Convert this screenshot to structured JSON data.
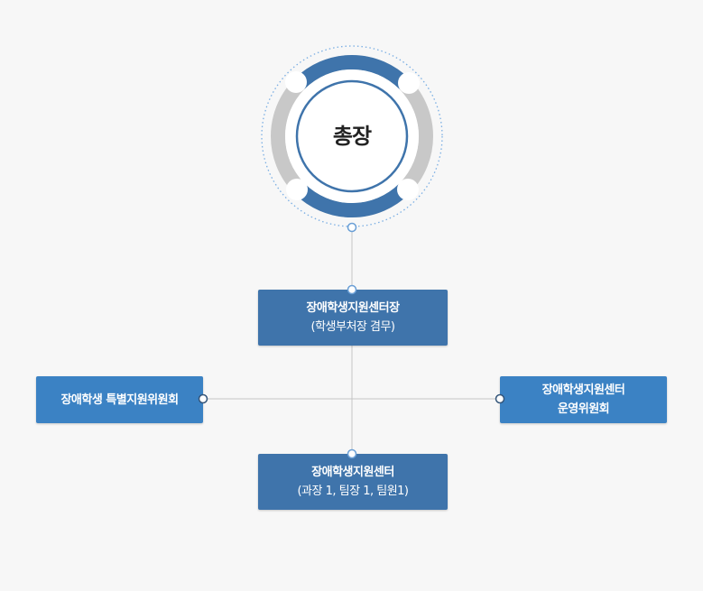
{
  "president": {
    "label": "총장"
  },
  "director": {
    "title": "장애학생지원센터장",
    "subtitle": "(학생부처장 겸무)"
  },
  "special_committee": {
    "title": "장애학생 특별지원위원회"
  },
  "operating_committee": {
    "line1": "장애학생지원센터",
    "line2": "운영위원회"
  },
  "center": {
    "title": "장애학생지원센터",
    "subtitle": "(과장 1, 팀장 1, 팀원1)"
  },
  "colors": {
    "primary": "#3f74ab",
    "secondary": "#3b82c4",
    "ring_gray": "#c8c8c8",
    "dotted": "#7aaee3"
  }
}
